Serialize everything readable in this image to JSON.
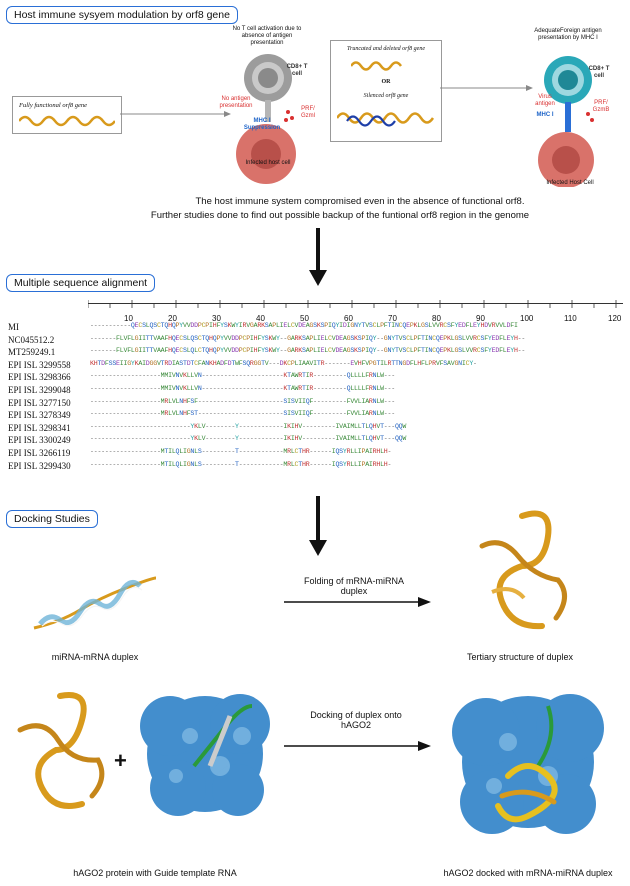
{
  "section1": {
    "title": "Host immune sysyem modulation by orf8 gene",
    "box_left": "Fully functional orf8 gene",
    "box_mid_top": "Truncated and deleted orf8 gene",
    "box_mid_or": "OR",
    "box_mid_bottom": "Silenced orf8 gene",
    "cell1_top": "No T cell activation due to absence of antigen presentation",
    "cell1_cd8": "CD8+ T cell",
    "cell1_noantigen": "No antigen presentation",
    "cell1_mhc": "MHC I Suppression",
    "cell1_prf": "PRF/ Gzml",
    "cell1_host": "Infected host cell",
    "cell2_top": "AdequateForeign antigen presentation by MHC I",
    "cell2_cd8": "CD8+ T cell",
    "cell2_virus": "Virus antigen",
    "cell2_mhc": "MHC I",
    "cell2_prf": "PRF/ GzmB",
    "cell2_host": "Infected Host Cell",
    "summary_line1": "The host immune system compromised even in the absence of functional orf8.",
    "summary_line2": "Further studies done to find out possible backup of the funtional orf8 region in the genome"
  },
  "section2": {
    "title": "Multiple sequence alignment",
    "ruler": [
      "10",
      "20",
      "30",
      "40",
      "50",
      "60",
      "70",
      "80",
      "90",
      "100",
      "110",
      "120"
    ],
    "labels": [
      "MI",
      "NC045512.2",
      "MT259249.1",
      "EPI ISL 3299558",
      "EPI ISL 3298366",
      "EPI ISL 3299048",
      "EPI ISL 3277150",
      "EPI ISL 3278349",
      "EPI ISL 3298341",
      "EPI ISL 3300249",
      "EPI ISL 3266119",
      "EPI ISL 3299430"
    ],
    "sequences": [
      "-----------QECSLQSCTQHQPYVVDDPCPIHFYSKWYIRVGARKSAPLIELCVDEAGSKSPIQYIDIGNYTVSCLPFTINCQEPKLGSLVVRCSFYEDFLEYHDVRVVLDFI",
      "-------FLVFLGIITTVAAFHQECSLQSCTQHQPYVVDDPCPIHFYSKWY--GARKSAPLIELCVDEAGSKSPIQY--GNYTVSCLPFTINCQEPKLGSLVVRCSFYEDFLEYH--",
      "-------FLVFLGIITTVAAFHQECSLQLCTQHQPYVVDDPCPIHFYSKWY--GARKSAPLIELCVDEAGSKSPIQY--GNYTVSCLPFTINCQEPKLGSLVVRCSFYEDFLEYH--",
      "KHTDFSSEIIGYKAIDGGVTRDIASTDTCFANKHADFDTWFSQRGGTV---DKCPLIAAVITR-------EVHFVPGTILRTTNGDFLHFLPRVFSAVGNICY-",
      "-------------------MMIVNVKLLVN----------------------KTAWRTIR---------QLLLLFRNLW---",
      "-------------------MMIVNVKLLVN----------------------KTAWRTIR---------QLLLLFRNLW---",
      "-------------------MRLVLNHFSF-----------------------SISVIIQF---------FVVLIARNLW---",
      "-------------------MRLVLNHFST-----------------------SISVIIQF---------FVVLIARNLW---",
      "---------------------------YKLV--------Y------------IKIHV---------IVAIMLLTLQHVT---QQW",
      "---------------------------YKLV--------Y------------IKIHV---------IVAIMLLTLQHVT---QQW",
      "-------------------MTILQLIGNLS---------T------------MRLCTHR------IQSYRLLIPAIRHLH-",
      "-------------------MTILQLIGNLS---------T------------MRLCTHR------IQSYRLLIPAIRHLH-"
    ]
  },
  "section3": {
    "title": "Docking Studies",
    "arrow1_label": "Folding of mRNA-miRNA duplex",
    "arrow2_label": "Docking of duplex onto hAGO2",
    "caption_left1": "miRNA-mRNA duplex",
    "caption_right1": "Tertiary structure of duplex",
    "caption_left2": "hAGO2 protein with Guide template RNA",
    "caption_right2": "hAGO2 docked with mRNA-miRNA duplex",
    "plus": "+"
  },
  "colors": {
    "accent": "#2a6fd6",
    "ribbon": "#d89a1c",
    "protein": "#2f82c8",
    "cell_gray": "#9c9c9c",
    "cell_teal": "#2aa8b8",
    "cell_red": "#d9726a",
    "text_red": "#d93030",
    "text_blue": "#1e64c8"
  }
}
